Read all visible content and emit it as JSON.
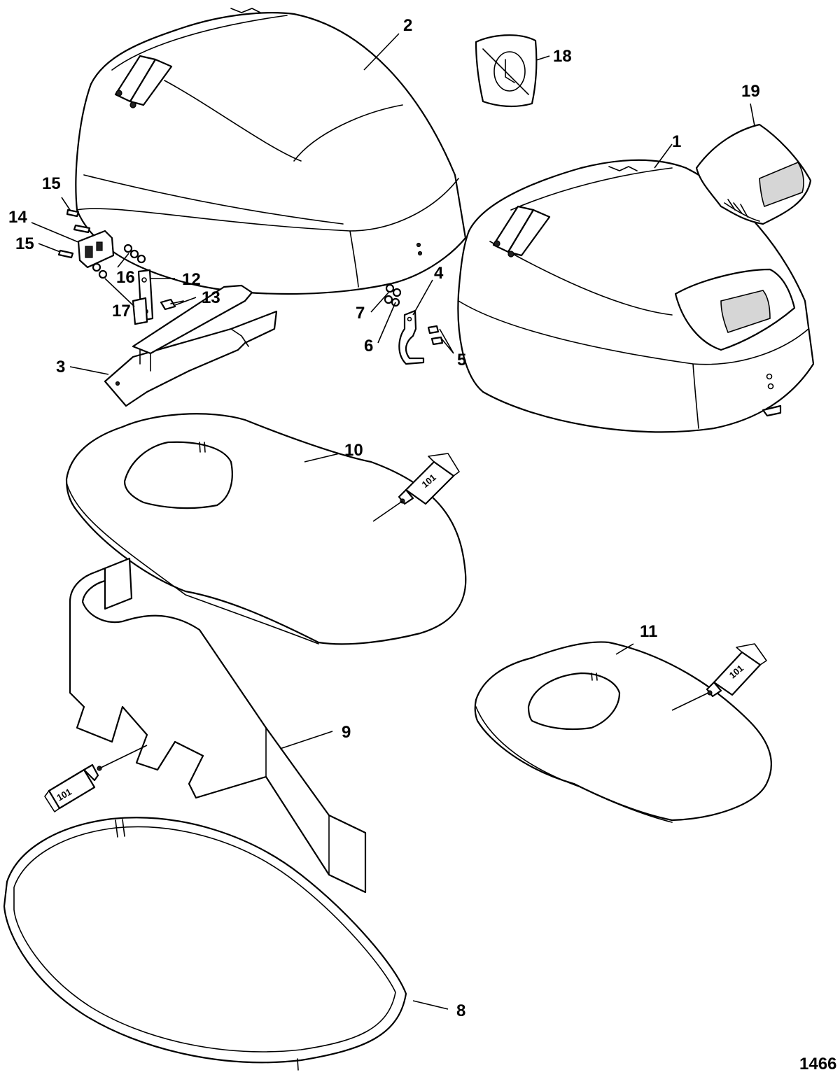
{
  "diagram": {
    "figure_number": "1466",
    "adhesive_label": "101",
    "callouts": [
      {
        "id": "c1",
        "text": "1"
      },
      {
        "id": "c2",
        "text": "2"
      },
      {
        "id": "c3",
        "text": "3"
      },
      {
        "id": "c4",
        "text": "4"
      },
      {
        "id": "c5",
        "text": "5"
      },
      {
        "id": "c6",
        "text": "6"
      },
      {
        "id": "c7",
        "text": "7"
      },
      {
        "id": "c8",
        "text": "8"
      },
      {
        "id": "c9",
        "text": "9"
      },
      {
        "id": "c10",
        "text": "10"
      },
      {
        "id": "c11",
        "text": "11"
      },
      {
        "id": "c12",
        "text": "12"
      },
      {
        "id": "c13",
        "text": "13"
      },
      {
        "id": "c14",
        "text": "14"
      },
      {
        "id": "c15a",
        "text": "15"
      },
      {
        "id": "c15b",
        "text": "15"
      },
      {
        "id": "c16",
        "text": "16"
      },
      {
        "id": "c17",
        "text": "17"
      },
      {
        "id": "c18",
        "text": "18"
      },
      {
        "id": "c19",
        "text": "19"
      }
    ]
  }
}
